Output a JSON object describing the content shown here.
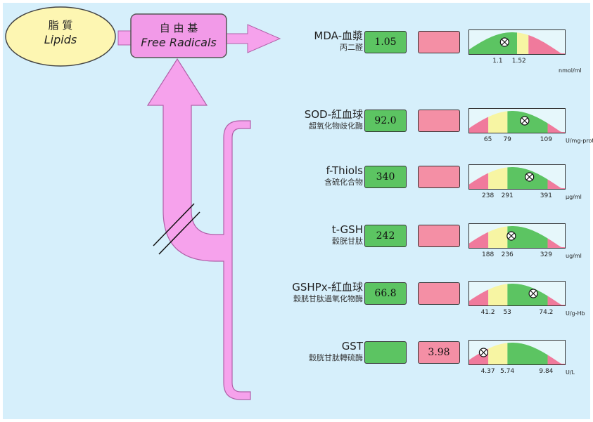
{
  "lipids": {
    "zh": "脂 質",
    "en": "Lipids"
  },
  "radicals": {
    "zh": "自 由 基",
    "en": "Free Radicals"
  },
  "markers": [
    {
      "en": "MDA-血漿",
      "zh": "丙二醛",
      "value": "1.05",
      "pink": "",
      "ticks": [
        "1.1",
        "1.52"
      ],
      "unit": "nmol/ml",
      "zones": [
        "green",
        "yellow",
        "pink"
      ],
      "marker": 0.37
    },
    {
      "en": "SOD-紅血球",
      "zh": "超氧化物歧化酶",
      "value": "92.0",
      "pink": "",
      "ticks": [
        "65",
        "79",
        "109"
      ],
      "unit": "U/mg-protein",
      "zones": [
        "pink",
        "yellow",
        "green",
        "pink"
      ],
      "marker": 0.58
    },
    {
      "en": "f-Thiols",
      "zh": "含硫化合物",
      "value": "340",
      "pink": "",
      "ticks": [
        "238",
        "291",
        "391"
      ],
      "unit": "μg/ml",
      "zones": [
        "pink",
        "yellow",
        "green",
        "pink"
      ],
      "marker": 0.63
    },
    {
      "en": "t-GSH",
      "zh": "穀胱甘肽",
      "value": "242",
      "pink": "",
      "ticks": [
        "188",
        "236",
        "329"
      ],
      "unit": "ug/ml",
      "zones": [
        "pink",
        "yellow",
        "green",
        "pink"
      ],
      "marker": 0.44
    },
    {
      "en": "GSHPx-紅血球",
      "zh": "穀胱甘肽過氧化物酶",
      "value": "66.8",
      "pink": "",
      "ticks": [
        "41.2",
        "53",
        "74.2"
      ],
      "unit": "U/g-Hb",
      "zones": [
        "pink",
        "yellow",
        "green",
        "pink"
      ],
      "marker": 0.67
    },
    {
      "en": "GST",
      "zh": "穀胱甘肽轉硫酶",
      "value": "",
      "pink": "3.98",
      "ticks": [
        "4.37",
        "5.74",
        "9.84"
      ],
      "unit": "U/L",
      "zones": [
        "pink",
        "yellow",
        "green",
        "pink"
      ],
      "marker": 0.15
    }
  ],
  "colors": {
    "green": "#5cc462",
    "yellow": "#f7f5a3",
    "pink": "#f07a9c",
    "gauge_bg": "#e6f7fb",
    "arrow": "#f6a2ec",
    "node": "#f29ae8",
    "ellipse": "#fdf6b2"
  }
}
